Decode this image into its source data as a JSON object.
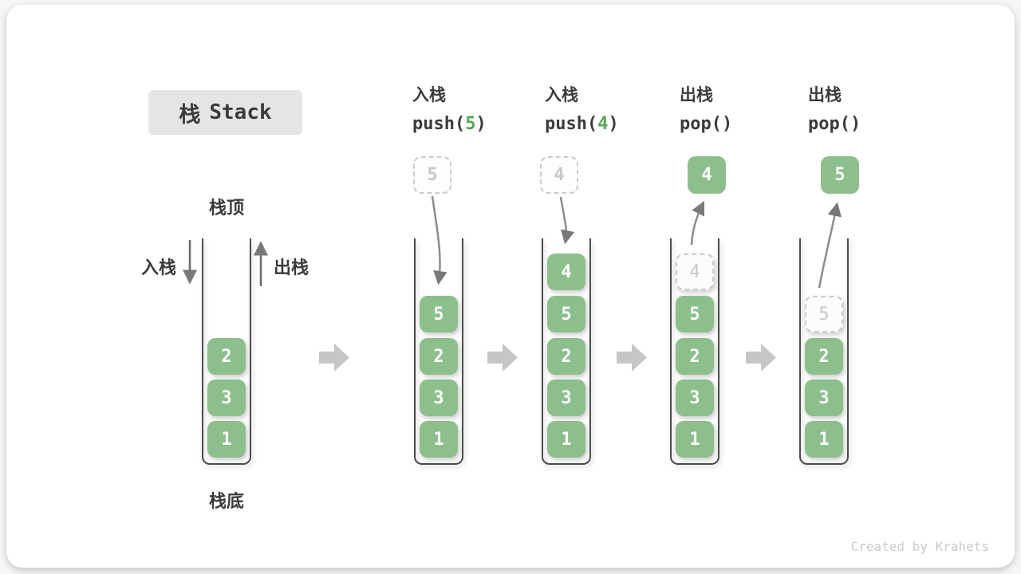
{
  "title": {
    "zh": "栈",
    "en": "Stack"
  },
  "labels": {
    "stack_top": "栈顶",
    "stack_bottom": "栈底",
    "push_side": "入栈",
    "pop_side": "出栈"
  },
  "watermark": "Created by Krahets",
  "colors": {
    "box_green": "#8cbf8c",
    "code_green": "#56a556",
    "text_dark": "#3b3b3b",
    "wall_gray": "#4c4c4c",
    "ghost_border": "#cbcbcb",
    "ghost_text": "#c6c6c6",
    "title_bg": "#e5e5e5",
    "watermark_gray": "#cacaca",
    "block_arrow_gray": "#c6c6c6"
  },
  "columns": [
    {
      "name": "initial-stack",
      "items": [
        {
          "value": "2"
        },
        {
          "value": "3"
        },
        {
          "value": "1"
        }
      ]
    },
    {
      "name": "push-5",
      "header": {
        "op": "入栈",
        "code_prefix": "push(",
        "code_arg": "5",
        "code_suffix": ")"
      },
      "floating": {
        "value": "5",
        "type": "dashed"
      },
      "items": [
        {
          "value": "5"
        },
        {
          "value": "2"
        },
        {
          "value": "3"
        },
        {
          "value": "1"
        }
      ]
    },
    {
      "name": "push-4",
      "header": {
        "op": "入栈",
        "code_prefix": "push(",
        "code_arg": "4",
        "code_suffix": ")"
      },
      "floating": {
        "value": "4",
        "type": "dashed"
      },
      "items": [
        {
          "value": "4"
        },
        {
          "value": "5"
        },
        {
          "value": "2"
        },
        {
          "value": "3"
        },
        {
          "value": "1"
        }
      ]
    },
    {
      "name": "pop-4",
      "header": {
        "op": "出栈",
        "code_prefix": "pop(",
        "code_arg": "",
        "code_suffix": ")"
      },
      "floating": {
        "value": "4",
        "type": "solid"
      },
      "ghost": {
        "value": "4"
      },
      "items": [
        {
          "value": "5"
        },
        {
          "value": "2"
        },
        {
          "value": "3"
        },
        {
          "value": "1"
        }
      ]
    },
    {
      "name": "pop-5",
      "header": {
        "op": "出栈",
        "code_prefix": "pop(",
        "code_arg": "",
        "code_suffix": ")"
      },
      "floating": {
        "value": "5",
        "type": "solid"
      },
      "ghost": {
        "value": "5"
      },
      "items": [
        {
          "value": "2"
        },
        {
          "value": "3"
        },
        {
          "value": "1"
        }
      ]
    }
  ]
}
